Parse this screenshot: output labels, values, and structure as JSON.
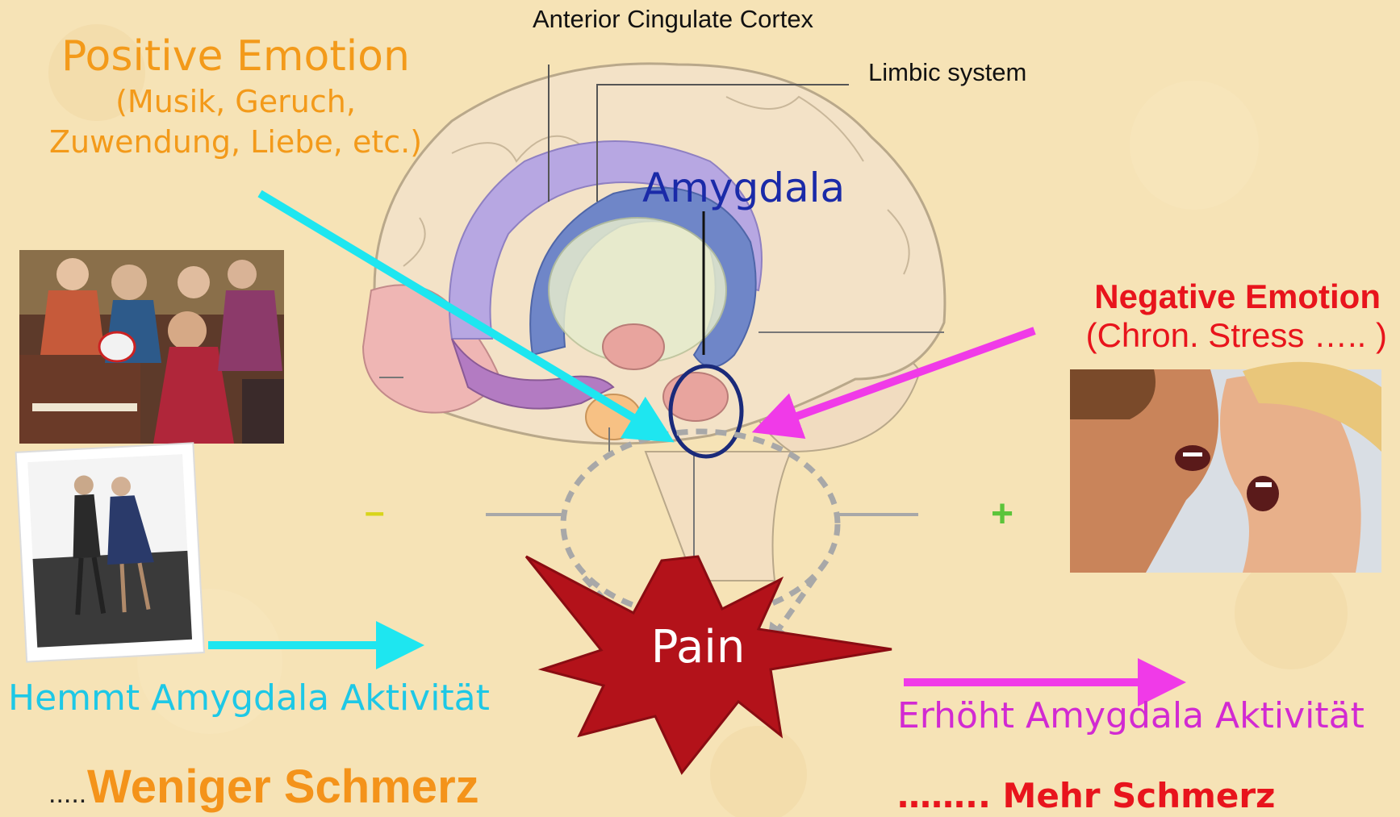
{
  "brain_labels": {
    "anterior_cingulate_cortex": "Anterior Cingulate Cortex",
    "limbic_system": "Limbic system",
    "amygdala": "Amygdala"
  },
  "positive": {
    "title": "Positive Emotion",
    "subtitle_line1": "(Musik, Geruch,",
    "subtitle_line2": "Zuwendung, Liebe, etc.)",
    "effect": "Hemmt Amygdala Aktivität",
    "sign": "–",
    "result_dots": ".....",
    "result": "Weniger Schmerz"
  },
  "negative": {
    "title": "Negative Emotion",
    "subtitle": "(Chron. Stress ….. )",
    "effect": "Erhöht Amygdala Aktivität",
    "sign": "+",
    "result": "…….. Mehr Schmerz"
  },
  "center": {
    "pain": "Pain"
  },
  "colors": {
    "background": "#f6e3b6",
    "positive": "#f39a1a",
    "amygdala": "#1a2aa8",
    "inhibit_arrow": "#1ee6f0",
    "negative": "#e8141c",
    "negative_arrow": "#f03ae8",
    "increase_text": "#d22ad2",
    "pain_burst": "#b3121a",
    "minus": "#d8d41a",
    "plus": "#5cc43a"
  },
  "icons": {
    "brain": "brain-illustration",
    "pain": "starburst-shape",
    "photo_music": "elderly-band-photo",
    "photo_dance": "dancing-couple-photo",
    "photo_anger": "shouting-couple-photo"
  }
}
